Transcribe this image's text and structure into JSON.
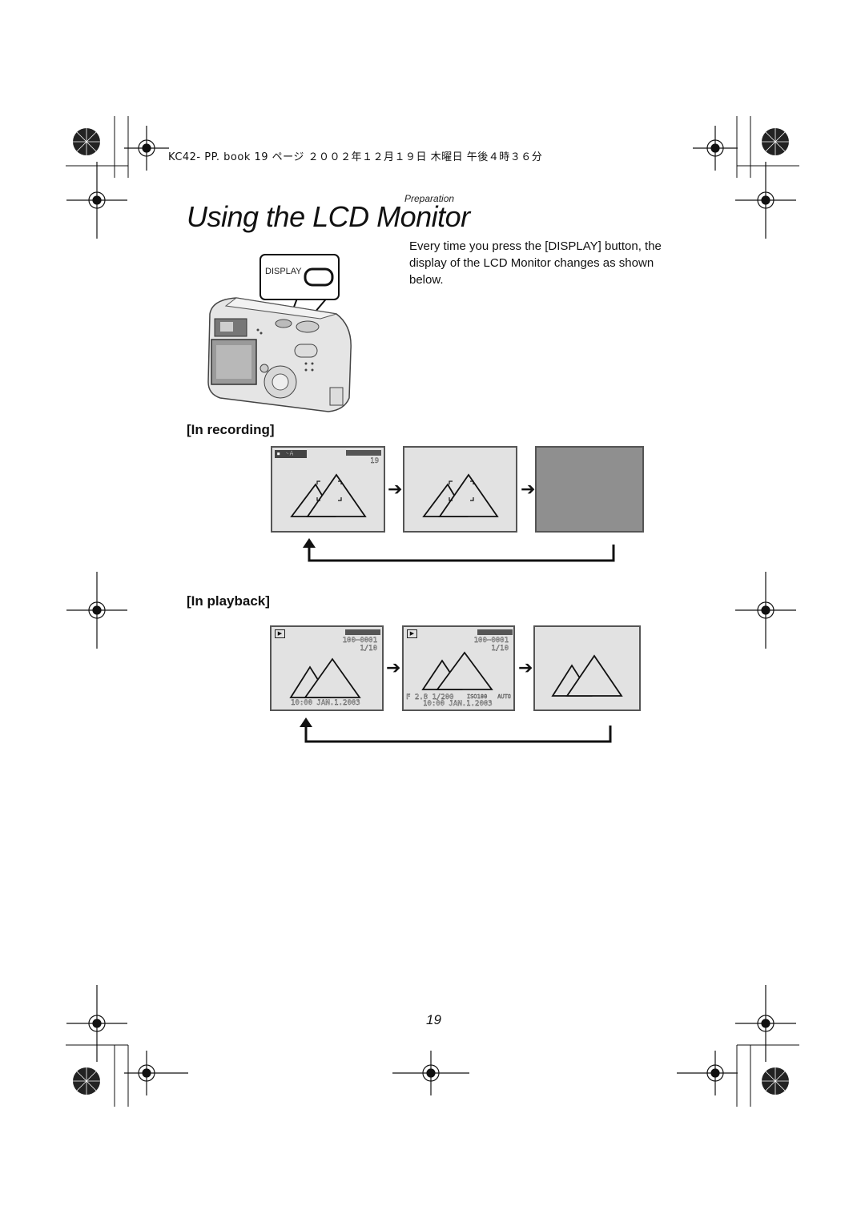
{
  "header": {
    "file_line": "KC42- PP. book  19 ページ  ２００２年１２月１９日  木曜日  午後４時３６分"
  },
  "section_label": "Preparation",
  "title": "Using the LCD Monitor",
  "intro": "Every time you press the [DISPLAY] button, the display of the LCD Monitor changes as shown below.",
  "camera": {
    "button_label": "DISPLAY"
  },
  "recording": {
    "heading": "[In recording]",
    "screen1": {
      "mode_flash": "▪ ⚡A",
      "frames": "19"
    }
  },
  "playback": {
    "heading": "[In playback]",
    "screen1": {
      "file_no": "100−0001",
      "count": "1/10",
      "datetime": "10:00  JAN.1.2003"
    },
    "screen2": {
      "file_no": "100−0001",
      "count": "1/10",
      "exposure": "F 2.8  1/200",
      "iso": "ISO100",
      "wb": "AUTO",
      "datetime": "10:00  JAN.1.2003"
    }
  },
  "page_number": "19",
  "colors": {
    "screen_light": "#e2e2e2",
    "screen_dark": "#8f8f8f",
    "ink": "#111111"
  }
}
